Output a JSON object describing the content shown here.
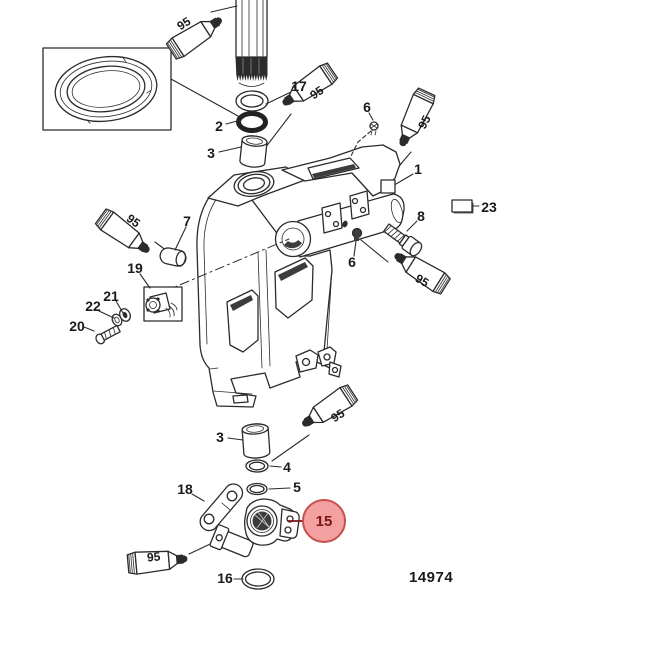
{
  "diagram": {
    "drawing_number": "14974",
    "lubricant_label": "95",
    "ink_color": "#2B2B2B",
    "highlight": {
      "label": "15",
      "fill_color": "#F2A0A0",
      "stroke_color": "#C84F4F",
      "text_color": "#7D1418"
    },
    "callouts": {
      "part_1": "1",
      "part_2": "2",
      "part_3_upper": "3",
      "part_3_lower": "3",
      "part_4": "4",
      "part_5": "5",
      "part_6_upper": "6",
      "part_6_lower": "6",
      "part_7": "7",
      "part_8": "8",
      "part_16": "16",
      "part_17": "17",
      "part_18": "18",
      "part_19": "19",
      "part_20": "20",
      "part_21": "21",
      "part_22": "22",
      "part_23": "23"
    }
  }
}
